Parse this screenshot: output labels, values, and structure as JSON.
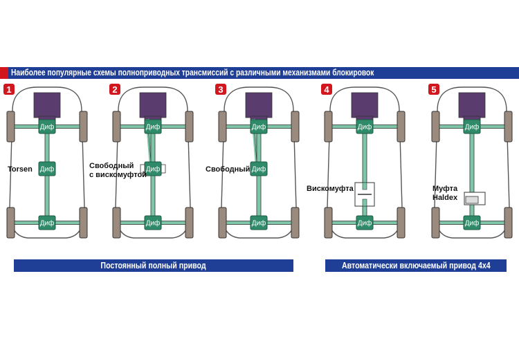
{
  "header": {
    "title": "Наиболее популярные схемы полноприводных трансмиссий с различными механизмами блокировок"
  },
  "groups": {
    "permanent": "Постоянный полный привод",
    "automatic": "Автоматически включаемый привод 4х4"
  },
  "diagrams": [
    {
      "number": "1",
      "front_diff": "Диф",
      "center_diff": "Диф",
      "rear_diff": "Диф",
      "center_label": [
        "Torsen"
      ]
    },
    {
      "number": "2",
      "front_diff": "Диф",
      "center_diff": "Диф",
      "rear_diff": "Диф",
      "center_label": [
        "Свободный",
        "с вискомуфтой"
      ]
    },
    {
      "number": "3",
      "front_diff": "Диф",
      "center_diff": "Диф",
      "rear_diff": "Диф",
      "center_label": [
        "Свободный"
      ]
    },
    {
      "number": "4",
      "front_diff": "Диф",
      "rear_diff": "Диф",
      "center_label": [
        "Вискомуфта"
      ]
    },
    {
      "number": "5",
      "front_diff": "Диф",
      "rear_diff": "Диф",
      "center_label": [
        "Муфта",
        "Haldex"
      ]
    }
  ],
  "colors": {
    "header_blue": "#1f3f96",
    "accent_red": "#d2161e",
    "engine_purple": "#5a3d6e",
    "diff_green": "#2f8a6a",
    "shaft_green": "#7fc6a8",
    "wheel_brown": "#9b8a7e"
  }
}
